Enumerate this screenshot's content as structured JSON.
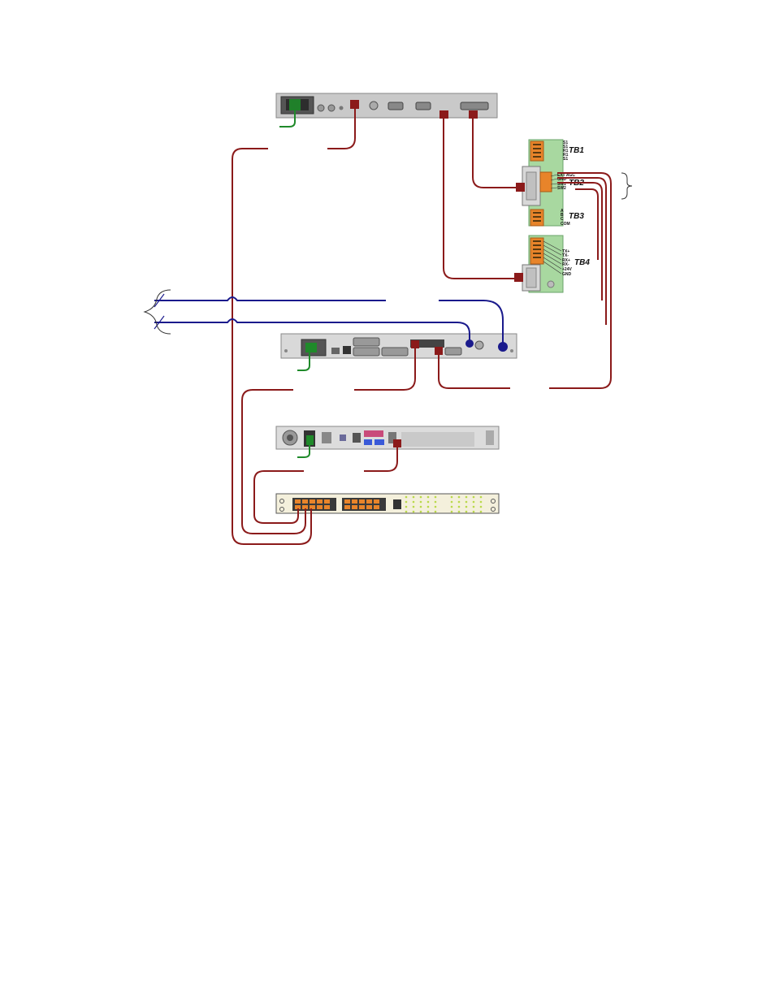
{
  "colors": {
    "control_cable": "#8b1a1a",
    "antenna_cable": "#1a1a8c",
    "ground_wire": "#1f8a2a",
    "terminal_orange": "#e8842a",
    "board_green": "#a8d8a0"
  },
  "terminal_blocks": {
    "tb1": {
      "label": "TB1",
      "pins": [
        "S1",
        "S1",
        "R1",
        "R1",
        "S1"
      ]
    },
    "tb2": {
      "label": "TB2",
      "pins": [
        "EXT AGC",
        "GND",
        "SW1",
        "SW2"
      ]
    },
    "tb3": {
      "label": "TB3",
      "pins": [
        "A",
        "B",
        "C",
        "COM"
      ]
    },
    "tb4": {
      "label": "TB4",
      "pins": [
        "TX+",
        "TX-",
        "RX+",
        "RX-",
        "+24V",
        "GND"
      ]
    }
  },
  "devices": {
    "top_unit_icon": "rack-panel-icon",
    "receiver_icon": "rack-panel-icon",
    "server_icon": "server-chassis-icon",
    "switch_icon": "network-switch-icon",
    "power_icon": "power-inlet-icon"
  }
}
